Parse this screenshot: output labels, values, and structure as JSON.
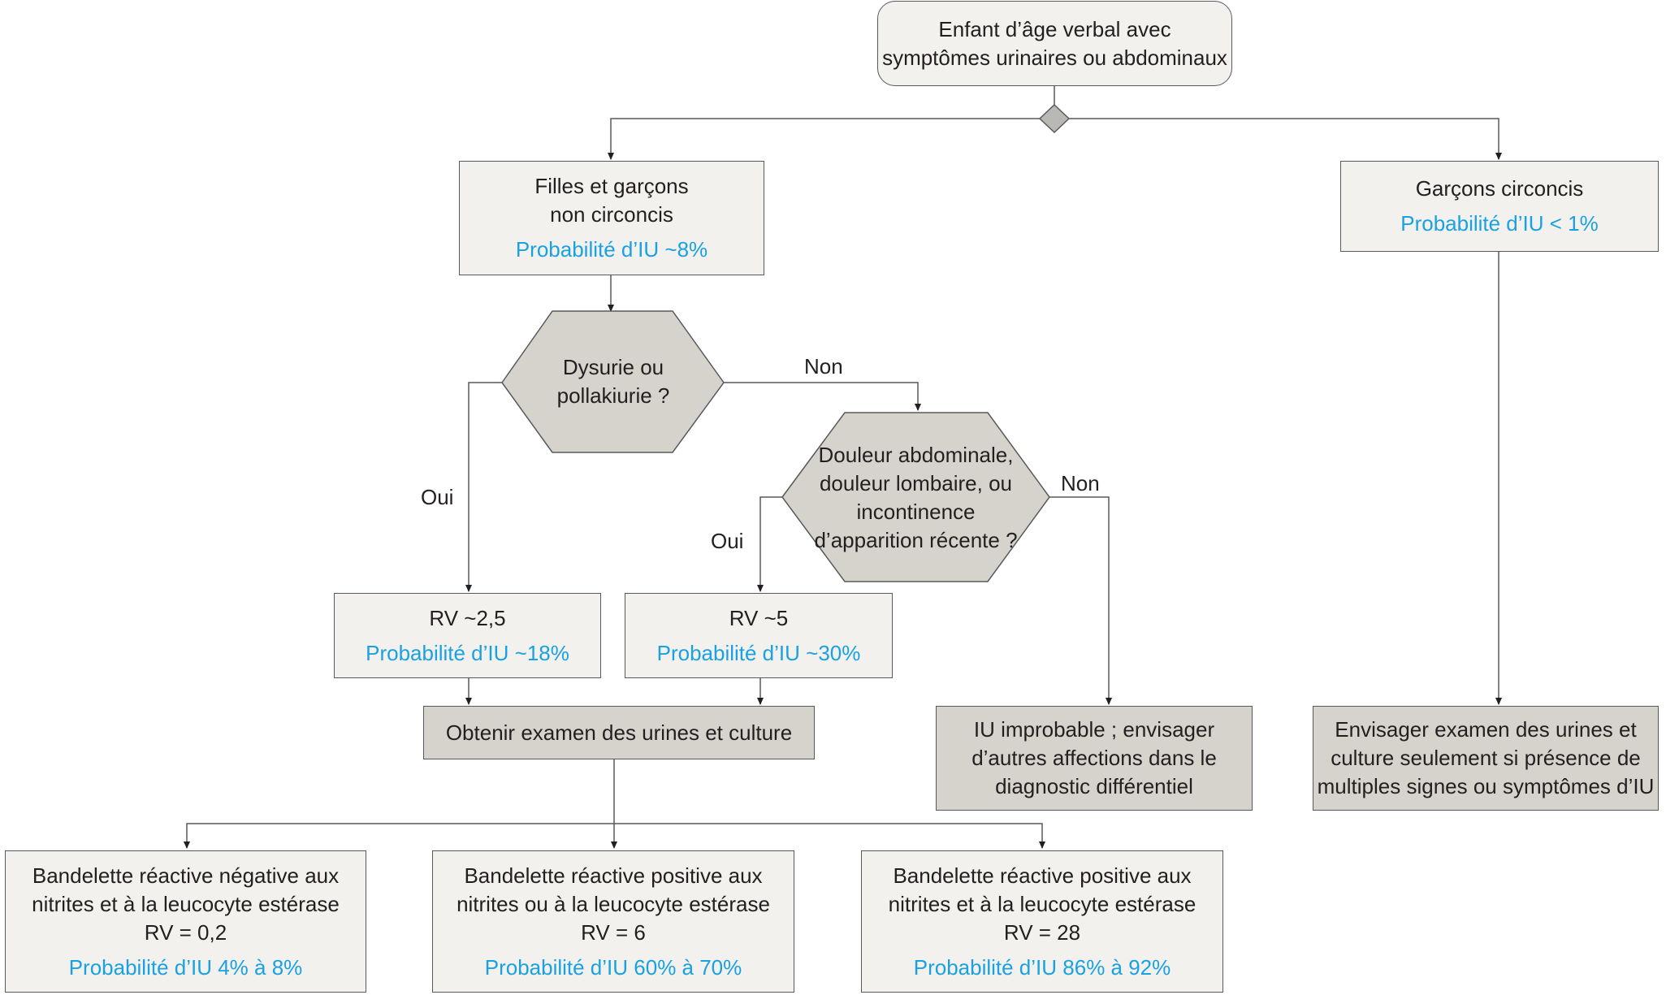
{
  "nodes": {
    "start": {
      "line1": "Enfant d’âge verbal avec",
      "line2": "symptômes urinaires ou abdominaux"
    },
    "group_left": {
      "line1": "Filles et garçons",
      "line2": "non circoncis",
      "prob": "Probabilité d’IU ~8%"
    },
    "group_right": {
      "line1": "Garçons circoncis",
      "prob": "Probabilité d’IU < 1%"
    },
    "q_dysuria": {
      "line1": "Dysurie ou",
      "line2": "pollakiurie ?"
    },
    "q_pain": {
      "line1": "Douleur abdominale,",
      "line2": "douleur lombaire, ou",
      "line3": "incontinence",
      "line4": "d’apparition récente ?"
    },
    "rv_25": {
      "line1": "RV ~2,5",
      "prob": "Probabilité d’IU ~18%"
    },
    "rv_5": {
      "line1": "RV ~5",
      "prob": "Probabilité d’IU ~30%"
    },
    "obtain": {
      "line1": "Obtenir examen des urines et culture"
    },
    "unlikely": {
      "line1": "IU improbable ; envisager",
      "line2": "d’autres affections dans le",
      "line3": "diagnostic différentiel"
    },
    "consider": {
      "line1": "Envisager examen des urines et",
      "line2": "culture seulement si présence de",
      "line3": "multiples signes ou symptômes d’IU"
    },
    "result_neg": {
      "line1": "Bandelette réactive négative aux",
      "line2": "nitrites et à la leucocyte estérase",
      "line3": "RV = 0,2",
      "prob": "Probabilité d’IU 4% à 8%"
    },
    "result_or": {
      "line1": "Bandelette réactive positive aux",
      "line2": "nitrites ou à la leucocyte estérase",
      "line3": "RV = 6",
      "prob": "Probabilité d’IU 60% à 70%"
    },
    "result_and": {
      "line1": "Bandelette réactive positive aux",
      "line2": "nitrites et à la leucocyte estérase",
      "line3": "RV = 28",
      "prob": "Probabilité d’IU 86% à 92%"
    }
  },
  "edge_labels": {
    "dysuria_yes": "Oui",
    "dysuria_no": "Non",
    "pain_yes": "Oui",
    "pain_no": "Non"
  },
  "colors": {
    "probability_text": "#1aa1e1",
    "box_light": "#f2f1ed",
    "box_decision": "#d6d3cd",
    "line": "#58595b"
  }
}
